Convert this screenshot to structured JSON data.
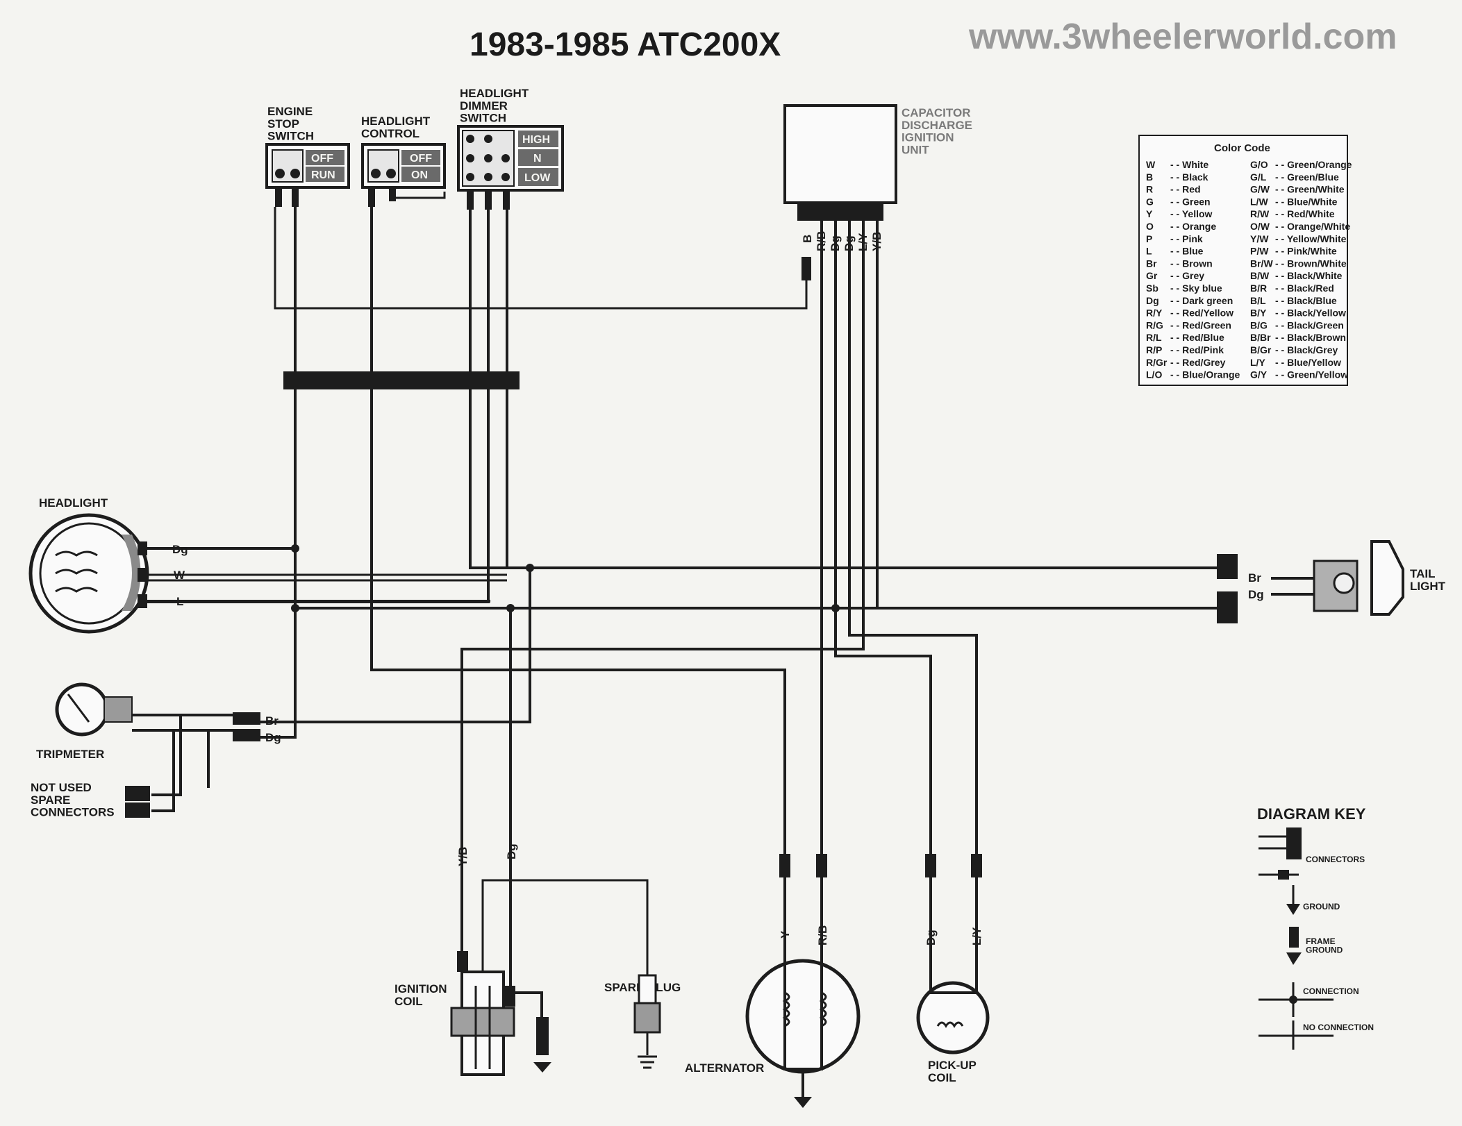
{
  "title": "1983-1985 ATC200X",
  "website": "www.3wheelerworld.com",
  "components": {
    "engine_stop_switch": "ENGINE\nSTOP\nSWITCH",
    "headlight_control": "HEADLIGHT\nCONTROL",
    "headlight_dimmer_switch": "HEADLIGHT\nDIMMER\nSWITCH",
    "cdi_unit": "CAPACITOR\nDISCHARGE\nIGNITION\nUNIT",
    "headlight": "HEADLIGHT",
    "tripmeter": "TRIPMETER",
    "spare_connectors": "NOT USED\nSPARE\nCONNECTORS",
    "ignition_coil": "IGNITION\nCOIL",
    "spark_plug": "SPARK PLUG",
    "alternator": "ALTERNATOR",
    "pickup_coil": "PICK-UP\nCOIL",
    "tail_light": "TAIL\nLIGHT"
  },
  "switch_positions": {
    "engine_stop": [
      "OFF",
      "RUN"
    ],
    "headlight_control": [
      "OFF",
      "ON"
    ],
    "dimmer": [
      "HIGH",
      "N",
      "LOW"
    ]
  },
  "wire_labels": {
    "headlight": [
      "Dg",
      "W",
      "L"
    ],
    "tripmeter": [
      "Br",
      "Dg"
    ],
    "tail_light": [
      "Br",
      "Dg"
    ],
    "cdi": [
      "B",
      "R/B",
      "Dg",
      "Dg",
      "L/Y",
      "Y/B"
    ],
    "ignition": [
      "Y/B",
      "Dg"
    ],
    "alternator": [
      "Y",
      "R/B"
    ],
    "pickup": [
      "Dg",
      "L/Y"
    ]
  },
  "color_code": {
    "title": "Color Code",
    "left": [
      [
        "W",
        "White"
      ],
      [
        "B",
        "Black"
      ],
      [
        "R",
        "Red"
      ],
      [
        "G",
        "Green"
      ],
      [
        "Y",
        "Yellow"
      ],
      [
        "O",
        "Orange"
      ],
      [
        "P",
        "Pink"
      ],
      [
        "L",
        "Blue"
      ],
      [
        "Br",
        "Brown"
      ],
      [
        "Gr",
        "Grey"
      ],
      [
        "Sb",
        "Sky blue"
      ],
      [
        "Dg",
        "Dark green"
      ],
      [
        "R/Y",
        "Red/Yellow"
      ],
      [
        "R/G",
        "Red/Green"
      ],
      [
        "R/L",
        "Red/Blue"
      ],
      [
        "R/P",
        "Red/Pink"
      ],
      [
        "R/Gr",
        "Red/Grey"
      ],
      [
        "L/O",
        "Blue/Orange"
      ]
    ],
    "right": [
      [
        "G/O",
        "Green/Orange"
      ],
      [
        "G/L",
        "Green/Blue"
      ],
      [
        "G/W",
        "Green/White"
      ],
      [
        "L/W",
        "Blue/White"
      ],
      [
        "R/W",
        "Red/White"
      ],
      [
        "O/W",
        "Orange/White"
      ],
      [
        "Y/W",
        "Yellow/White"
      ],
      [
        "P/W",
        "Pink/White"
      ],
      [
        "Br/W",
        "Brown/White"
      ],
      [
        "B/W",
        "Black/White"
      ],
      [
        "B/R",
        "Black/Red"
      ],
      [
        "B/L",
        "Black/Blue"
      ],
      [
        "B/Y",
        "Black/Yellow"
      ],
      [
        "B/G",
        "Black/Green"
      ],
      [
        "B/Br",
        "Black/Brown"
      ],
      [
        "B/Gr",
        "Black/Grey"
      ],
      [
        "L/Y",
        "Blue/Yellow"
      ],
      [
        "G/Y",
        "Green/Yellow"
      ]
    ]
  },
  "diagram_key": {
    "title": "DIAGRAM KEY",
    "items": [
      "CONNECTORS",
      "GROUND",
      "FRAME\nGROUND",
      "CONNECTION",
      "NO CONNECTION"
    ]
  }
}
